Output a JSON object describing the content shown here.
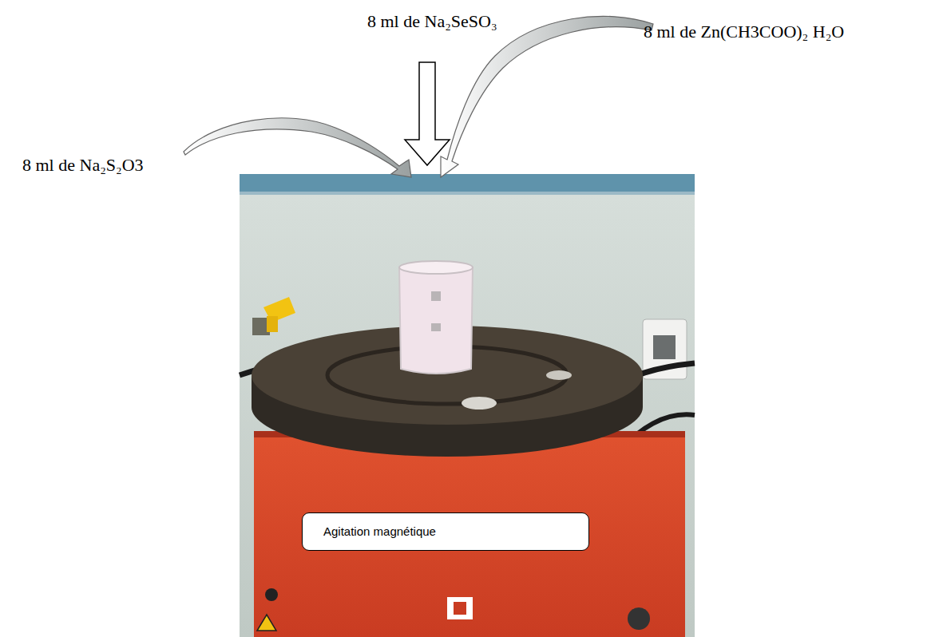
{
  "diagram": {
    "nodes": [
      {
        "text": [
          "Agitation magnétique"
        ]
      }
    ],
    "labels": [
      "8 ml de Na₂SeSO₃",
      "8 ml de Na₂S₂O3",
      "8 ml de Zn(CH3COO)₂ H₂O"
    ]
  }
}
